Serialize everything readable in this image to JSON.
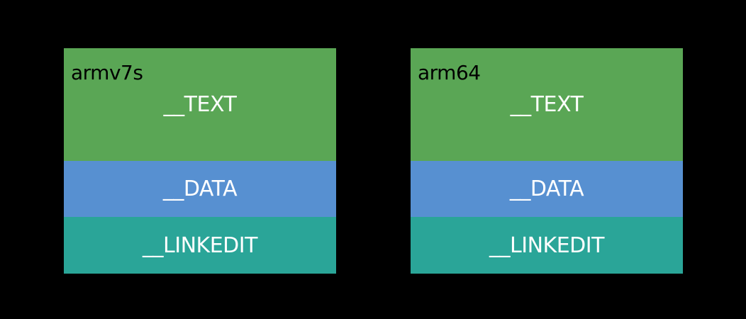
{
  "colors": {
    "background": "#000000",
    "text_segment": "#5aa655",
    "data_segment": "#5790d1",
    "linkedit_segment": "#2aa598"
  },
  "binaries": [
    {
      "arch": "armv7s",
      "segments": [
        "__TEXT",
        "__DATA",
        "__LINKEDIT"
      ]
    },
    {
      "arch": "arm64",
      "segments": [
        "__TEXT",
        "__DATA",
        "__LINKEDIT"
      ]
    }
  ]
}
